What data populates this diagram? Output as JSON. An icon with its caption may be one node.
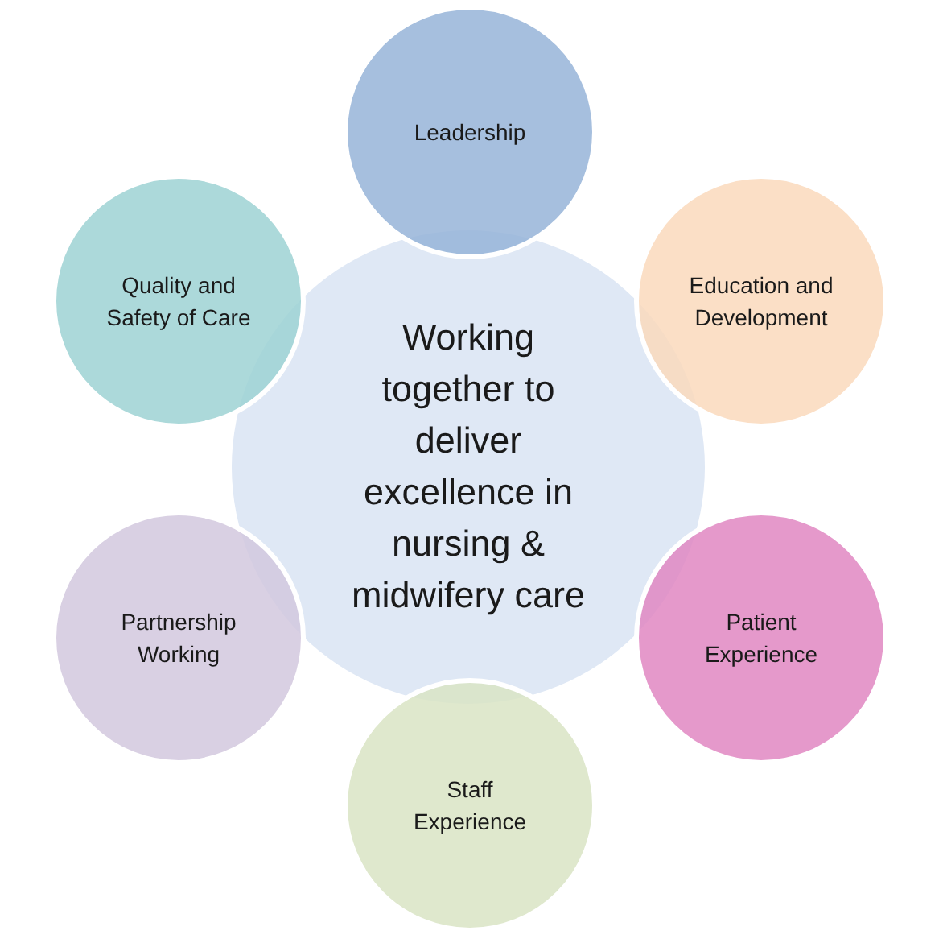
{
  "diagram": {
    "nodes": [
      {
        "text": [
          "Working together to deliver excellence in nursing & midwifery care"
        ]
      },
      {
        "text": [
          "Leadership"
        ]
      },
      {
        "text": [
          "Education and Development"
        ]
      },
      {
        "text": [
          "Patient Experience"
        ]
      },
      {
        "text": [
          "Staff Experience"
        ]
      },
      {
        "text": [
          "Partnership Working"
        ]
      },
      {
        "text": [
          "Quality and Safety of Care"
        ]
      }
    ]
  }
}
